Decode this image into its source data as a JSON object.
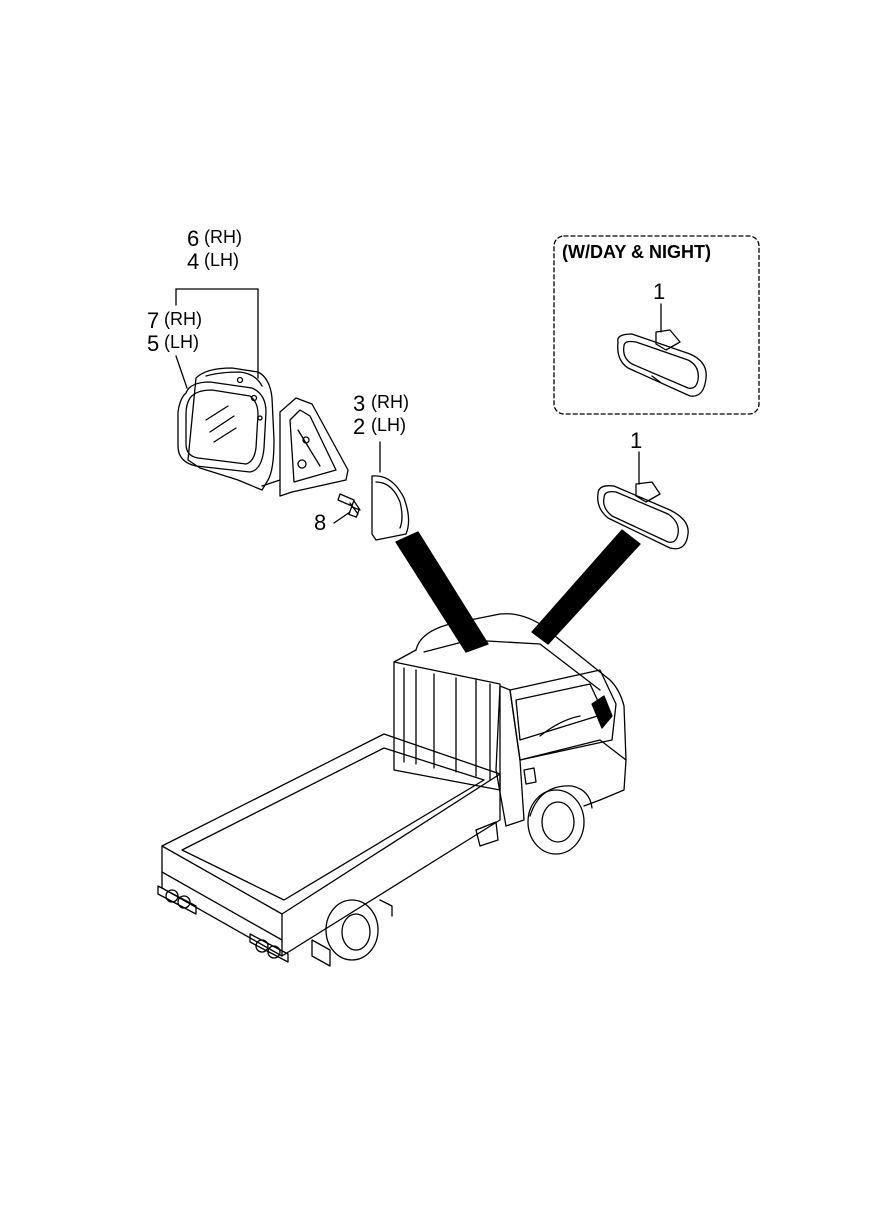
{
  "callouts": {
    "outside_mirror_rh": {
      "num": "6",
      "side": "(RH)"
    },
    "outside_mirror_lh": {
      "num": "4",
      "side": "(LH)"
    },
    "mirror_glass_rh": {
      "num": "7",
      "side": "(RH)"
    },
    "mirror_glass_lh": {
      "num": "5",
      "side": "(LH)"
    },
    "garnish_rh": {
      "num": "3",
      "side": "(RH)"
    },
    "garnish_lh": {
      "num": "2",
      "side": "(LH)"
    },
    "screw": {
      "num": "8"
    },
    "inside_mirror": {
      "num": "1"
    },
    "inside_mirror_day_night": {
      "num": "1"
    }
  },
  "option_box": {
    "title": "(W/DAY & NIGHT)"
  }
}
